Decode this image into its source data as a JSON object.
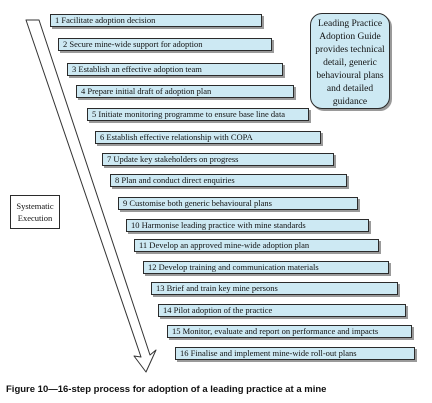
{
  "steps": [
    {
      "label": "1  Facilitate adoption decision"
    },
    {
      "label": "2  Secure mine-wide support for adoption"
    },
    {
      "label": "3  Establish an effective adoption team"
    },
    {
      "label": "4  Prepare initial draft of adoption plan"
    },
    {
      "label": "5  Initiate monitoring programme to ensure base line data"
    },
    {
      "label": "6  Establish effective relationship with COPA"
    },
    {
      "label": "7  Update key stakeholders on progress"
    },
    {
      "label": "8  Plan and conduct direct enquiries"
    },
    {
      "label": "9  Customise both generic behavioural plans"
    },
    {
      "label": "10  Harmonise leading practice with mine standards"
    },
    {
      "label": "11  Develop an approved mine-wide adoption plan"
    },
    {
      "label": "12  Develop training and communication materials"
    },
    {
      "label": "13  Brief and train key mine persons"
    },
    {
      "label": "14  Pilot adoption of the practice"
    },
    {
      "label": "15  Monitor, evaluate and report on performance and impacts"
    },
    {
      "label": "16  Finalise and implement mine-wide roll-out plans"
    }
  ],
  "guide_box": {
    "lines": [
      "Leading Practice",
      "Adoption Guide",
      "provides technical",
      "detail, generic",
      "behavioural plans",
      "and detailed",
      "guidance"
    ]
  },
  "execution_box": {
    "lines": [
      "Systematic",
      "Execution"
    ]
  },
  "caption": "Figure 10—16-step process for adoption of a leading practice at a mine",
  "colors": {
    "box_fill": "#cde9f3",
    "box_border": "#2b2b2b",
    "shadow": "#9a9a9a",
    "arrow": "#333333"
  }
}
